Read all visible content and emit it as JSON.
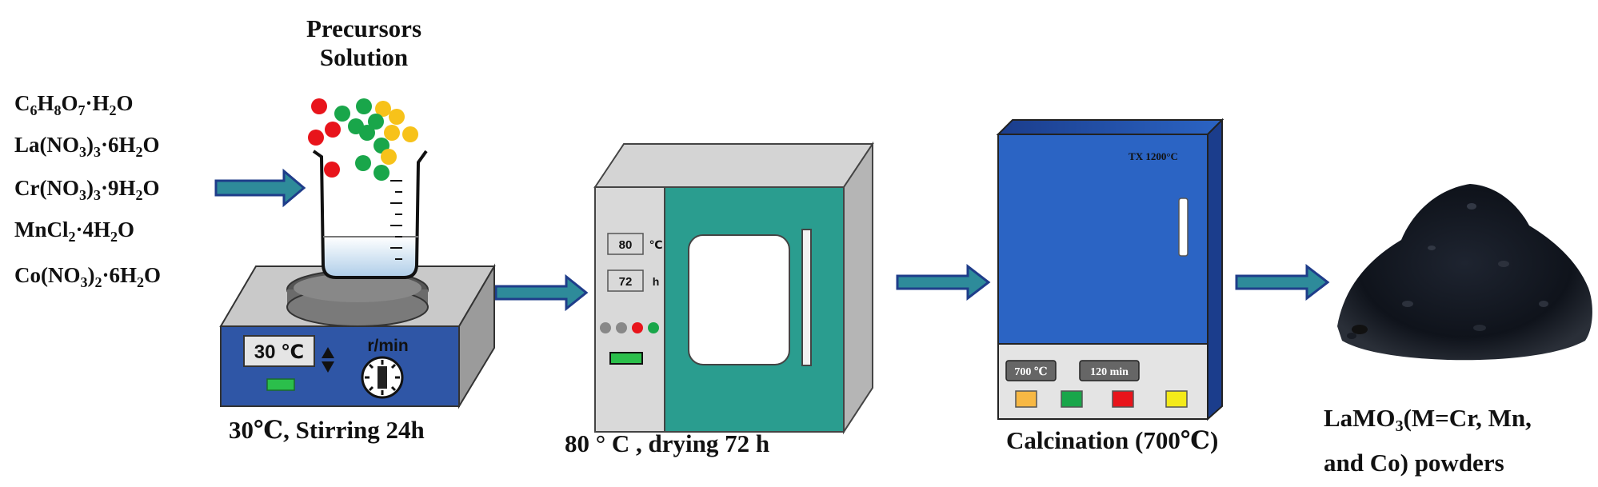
{
  "precursors": {
    "title_line1": "Precursors",
    "title_line2": "Solution",
    "chemicals": [
      [
        {
          "t": "C"
        },
        {
          "s": "6"
        },
        {
          "t": "H"
        },
        {
          "s": "8"
        },
        {
          "t": "O"
        },
        {
          "s": "7"
        },
        {
          "t": "·H"
        },
        {
          "s": "2"
        },
        {
          "t": "O"
        }
      ],
      [
        {
          "t": "La(NO"
        },
        {
          "s": "3"
        },
        {
          "t": ")"
        },
        {
          "s": "3"
        },
        {
          "t": "·6H"
        },
        {
          "s": "2"
        },
        {
          "t": "O"
        }
      ],
      [
        {
          "t": "Cr(NO"
        },
        {
          "s": "3"
        },
        {
          "t": ")"
        },
        {
          "s": "3"
        },
        {
          "t": "·9H"
        },
        {
          "s": "2"
        },
        {
          "t": "O"
        }
      ],
      [
        {
          "t": "MnCl"
        },
        {
          "s": "2"
        },
        {
          "t": "·4H"
        },
        {
          "s": "2"
        },
        {
          "t": "O"
        }
      ],
      [
        {
          "t": "Co(NO"
        },
        {
          "s": "3"
        },
        {
          "t": ")"
        },
        {
          "s": "2"
        },
        {
          "t": "·6H"
        },
        {
          "s": "2"
        },
        {
          "t": "O"
        }
      ]
    ]
  },
  "stirrer": {
    "display_temp": "30 ℃",
    "speed_label": "r/min",
    "caption": "30℃, Stirring 24h"
  },
  "oven": {
    "temp_value": "80",
    "temp_unit": "℃",
    "time_value": "72",
    "time_unit": "h",
    "caption": "80 ° C , drying 72 h"
  },
  "furnace": {
    "model": "TX 1200°C",
    "temp_display": "700 ℃",
    "time_display": "120 min",
    "caption": "Calcination (700℃)"
  },
  "product": {
    "caption_line1_pre": "LaMO",
    "caption_line1_sub": "3",
    "caption_line1_post": "(M=Cr, Mn,",
    "caption_line2": "and Co) powders"
  },
  "colors": {
    "arrow_fill": "#2e8b9a",
    "arrow_stroke": "#1f3d8a",
    "stirrer_panel": "#2f56a6",
    "oven_door": "#2a9d8f",
    "furnace_blue": "#2b64c4",
    "ball_red": "#e8141b",
    "ball_green": "#19a64a",
    "ball_yellow": "#f7c21a"
  }
}
